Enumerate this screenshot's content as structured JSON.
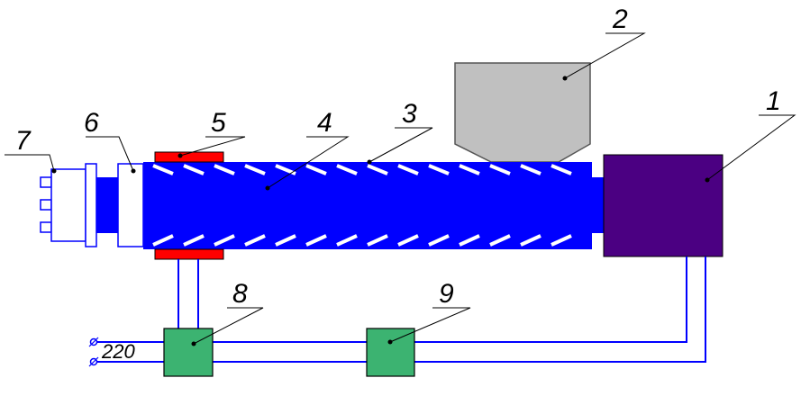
{
  "diagram": {
    "colors": {
      "screw": "#0000ff",
      "heater": "#ff0000",
      "motor": "#4b0082",
      "hopper": "#c0c0c0",
      "controller": "#3cb371",
      "wire": "#0000ff"
    },
    "labels": {
      "motor": "1",
      "hopper": "2",
      "barrel": "3",
      "screw": "4",
      "heater": "5",
      "adapter": "6",
      "die": "7",
      "controller_8": "8",
      "controller_9": "9"
    },
    "supply_voltage": "220"
  }
}
